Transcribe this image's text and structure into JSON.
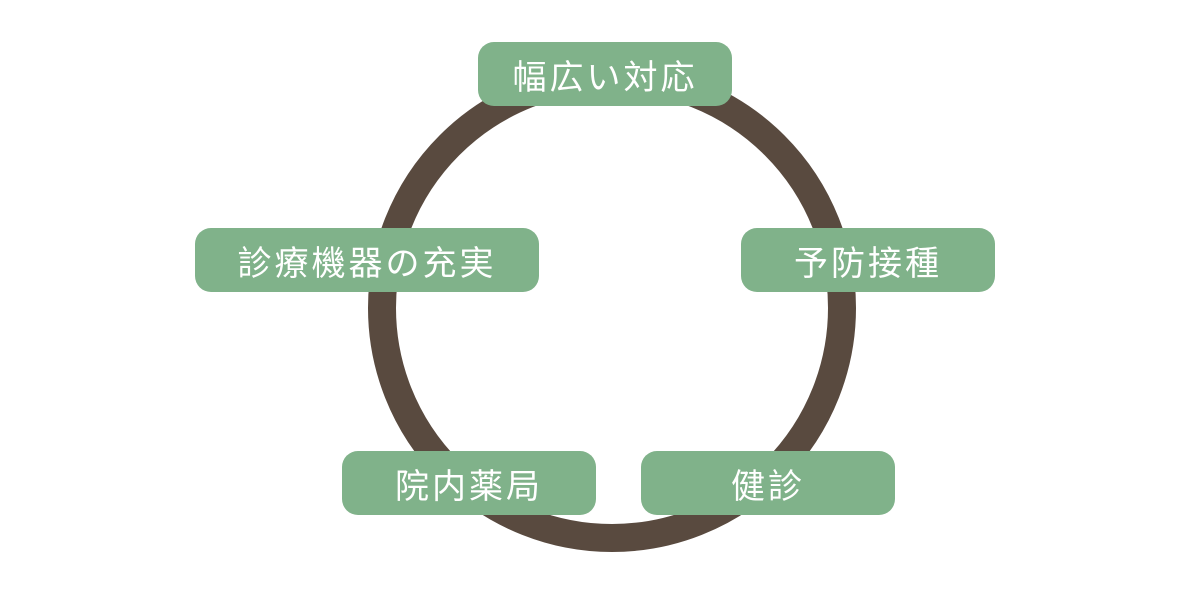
{
  "colors": {
    "ring": "#594a3f",
    "pill_bg": "#80b28a",
    "pill_text": "#ffffff",
    "background": "#ffffff"
  },
  "labels": {
    "top": "幅広い対応",
    "right": "予防接種",
    "left": "診療機器の充実",
    "bottom_left": "院内薬局",
    "bottom_right": "健診"
  }
}
